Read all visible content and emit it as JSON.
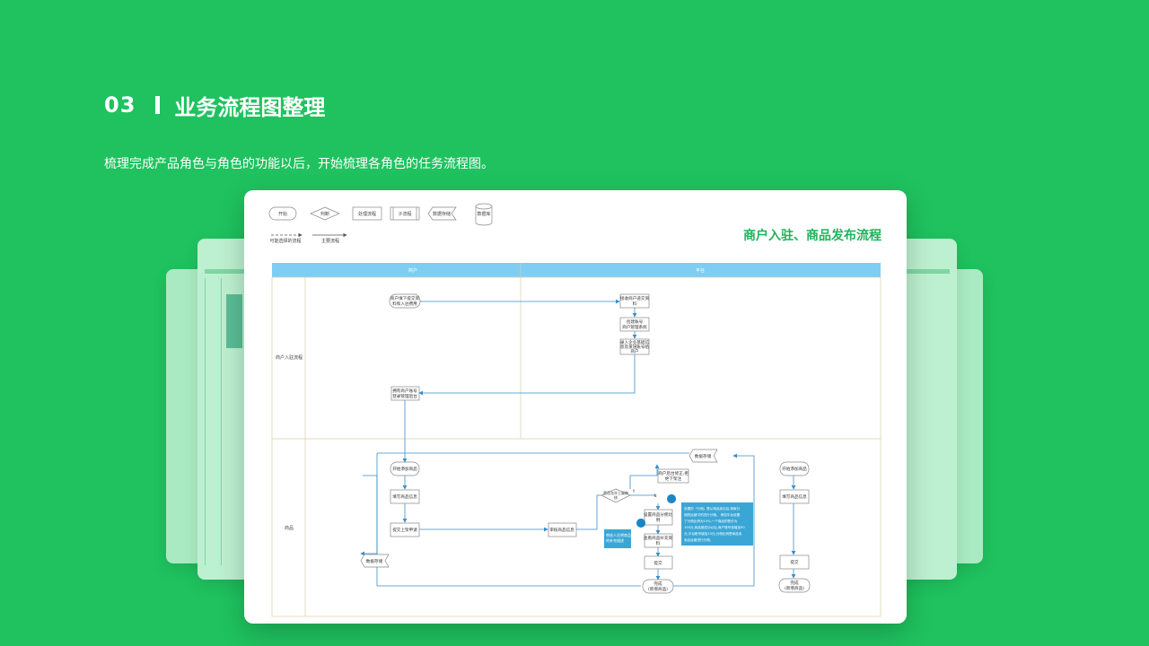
{
  "header": {
    "number": "03",
    "title": "业务流程图整理",
    "subtitle": "梳理完成产品角色与角色的功能以后，开始梳理各角色的任务流程图。"
  },
  "colors": {
    "background": "#1fc25f",
    "accent": "#1fb35a",
    "lane_header": "#7ecef4",
    "flow_line": "#3a8fc9",
    "note_fill": "#3aa6d6"
  },
  "diagram": {
    "title": "商户入驻、商品发布流程",
    "legend": {
      "start": "开始",
      "decision": "判断",
      "process": "处理流程",
      "subprocess": "子流程",
      "data": "数据存储",
      "database": "数据库",
      "optional": "可能选择的流程",
      "main": "主要流程"
    },
    "lanes": {
      "col_merchant": "商户",
      "col_platform": "平台",
      "row_entry": "商户入驻流程",
      "row_goods": "商品"
    },
    "nodes": {
      "apply": [
        "商户填下提交资",
        "料和入驻费用"
      ],
      "receive": [
        "接收商户递交资",
        "料"
      ],
      "create": [
        "创建账号",
        "商户管理系统"
      ],
      "send": [
        "录入企业基础信",
        "息及发送账号给",
        "商户"
      ],
      "get_account": [
        "拥有商户账号",
        "登录管理后台"
      ],
      "add_goods": "开始添加商品",
      "fill_info": "填写商品信息",
      "submit": "提交上架申请",
      "review": "审核商品信息",
      "decision": [
        "是否允许上架审",
        "核"
      ],
      "reject": [
        "商户后台修正,拒",
        "绝下架注"
      ],
      "data_store": "数据存储",
      "set_split": [
        "设置商品分佣比",
        "例"
      ],
      "view_result": [
        "查看商品补充资",
        "料"
      ],
      "submit2": "提交",
      "done": [
        "完成",
        "(新增商品)"
      ],
      "data_left": "数据存储",
      "add_goods_r": "开始添加商品",
      "fill_info_r": "填写商品信息",
      "submit_r": "提交",
      "done_r": [
        "完成",
        "(新增商品)"
      ],
      "yes": "Y",
      "no": "N"
    },
    "notes": {
      "left": [
        "审核人员将商品",
        "的补充描述"
      ],
      "right": [
        "设置的「分佣」是从商品卖出后,商家分",
        "佣的运营中的进行分佣。 例如平台设置",
        "了分佣比例为10%,一个商品的售价为",
        "100元,商品被成功以后,商户账号将增加90",
        "元,平台账号增加10元,分佣比例是商品卖",
        "卖后运营进行分佣。"
      ]
    }
  }
}
